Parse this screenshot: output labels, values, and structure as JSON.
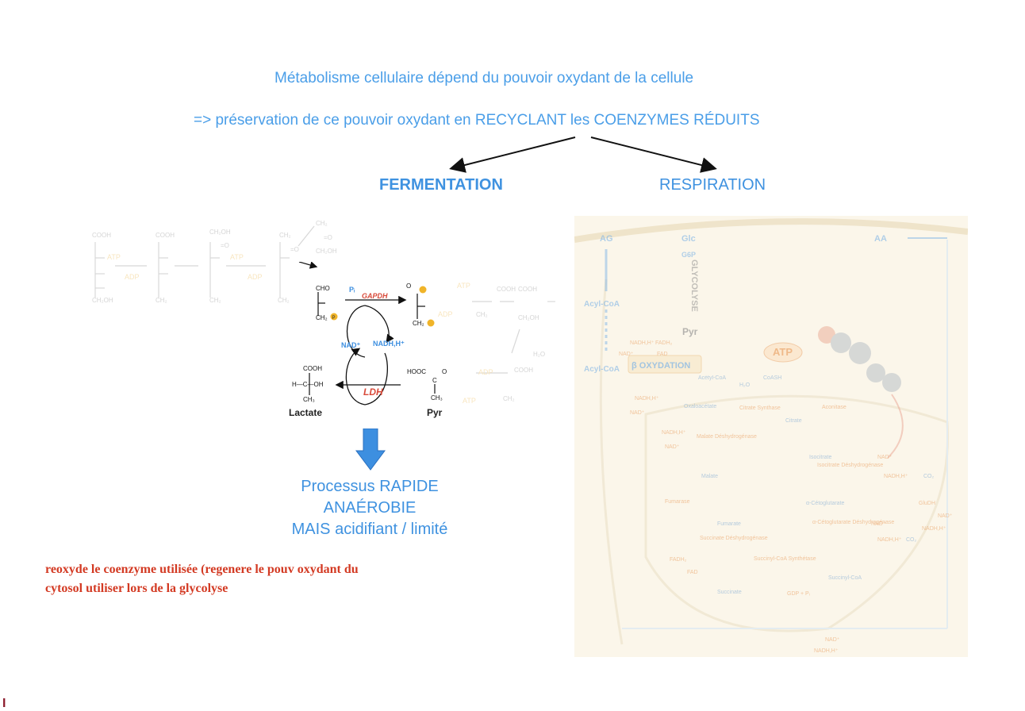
{
  "header": {
    "line1": "Métabolisme cellulaire dépend du pouvoir oxydant de la cellule",
    "line2": "=> préservation de ce pouvoir oxydant en RECYCLANT les COENZYMES RÉDUITS"
  },
  "branches": {
    "fermentation": "FERMENTATION",
    "respiration": "RESPIRATION"
  },
  "glycolysis": {
    "cooh": "COOH",
    "ch2oh": "CH₂OH",
    "cho": "CHO",
    "ch2p": "CH₂",
    "c_o": "=O",
    "atp": "ATP",
    "adp": "ADP",
    "h2o": "H₂O",
    "pi": "Pᵢ",
    "p": "P"
  },
  "fermentation_cycle": {
    "gapdh": "GAPDH",
    "ldh": "LDH",
    "nad": "NAD⁺",
    "nadh": "NADH,H⁺",
    "lactate_label": "Lactate",
    "pyr_label": "Pyr",
    "lactate_top": "COOH",
    "lactate_mid": "H—C—OH",
    "lactate_bot": "CH₃",
    "pyr_top": "HOOC",
    "pyr_o": "O",
    "pyr_c": "C",
    "pyr_bot": "CH₃"
  },
  "process": {
    "line1": "Processus RAPIDE",
    "line2": "ANAÉROBIE",
    "line3": "MAIS acidifiant / limité"
  },
  "note": {
    "line1": "reoxyde le coenzyme utilisée (regenere le pouv oxydant du",
    "line2": "cytosol utiliser lors de la glycolyse"
  },
  "respiration_panel": {
    "ag": "AG",
    "glc": "Glc",
    "g6p": "G6P",
    "aa": "AA",
    "glycolyse": "GLYCOLYSE",
    "acyl_coa": "Acyl-CoA",
    "acyl_coa2": "Acyl-CoA",
    "beta_ox": "β OXYDATION",
    "pyr": "Pyr",
    "atp": "ATP",
    "nadh": "NADH,H⁺",
    "nad": "NAD⁺",
    "fadh2": "FADH₂",
    "fad": "FAD",
    "acetyl_coa": "Acétyl-CoA",
    "coash": "CoASH",
    "oxaloacetate": "Oxaloacétate",
    "citrate_synthase": "Citrate Synthase",
    "citrate": "Citrate",
    "aconitase": "Aconitase",
    "isocitrate": "Isocitrate",
    "isocitrate_dh": "Isocitrate Déshydrogénase",
    "malate_dh": "Malate Déshydrogénase",
    "malate": "Malate",
    "fumarase": "Fumarase",
    "fumarate": "Fumarate",
    "succinate_dh": "Succinate Déshydrogénase",
    "succinate": "Succinate",
    "succinyl_synth": "Succinyl-CoA Synthétase",
    "succinyl_coa": "Succinyl-CoA",
    "akg": "α-Cétoglutarate",
    "akg_dh": "α-Cétoglutarate Déshydrogénase",
    "gdp": "GDP + Pᵢ",
    "co2": "CO₂",
    "h2o": "H₂O",
    "glutamate": "GluDH"
  },
  "colors": {
    "title_blue": "#4a9ee8",
    "note_red": "#d33a23",
    "ldh_red": "#d84a3a",
    "arrow_blue": "#3d8fe0"
  },
  "footer_mark": "I"
}
